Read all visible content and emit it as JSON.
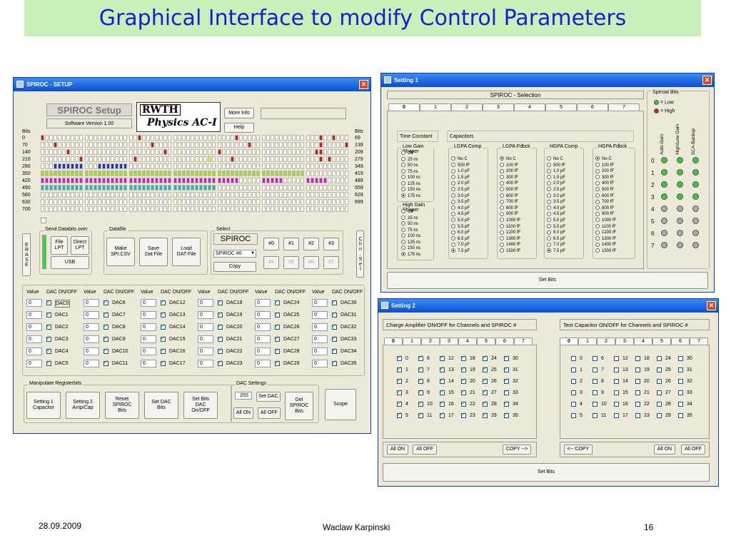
{
  "slide_title": "Graphical Interface to modify Control Parameters",
  "footer": {
    "date": "28.09.2009",
    "author": "Waclaw Karpinski",
    "page": "16"
  },
  "setup": {
    "title": "SPIROC - SETUP",
    "heading": "SPIROC Setup",
    "version": "Software Version 1.00",
    "logo_top": "RWTH",
    "logo_bottom": "Physics AC-I",
    "more_info": "More Info",
    "help": "Help",
    "bits_label": "Bits",
    "left_bits": [
      "0",
      "70",
      "140",
      "210",
      "280",
      "350",
      "420",
      "490",
      "560",
      "630",
      "700"
    ],
    "right_bits": [
      "69",
      "139",
      "209",
      "279",
      "349",
      "419",
      "489",
      "559",
      "629",
      "699"
    ],
    "erase": "ERASE",
    "send_label": "Send Databits over",
    "file_lpt": "File\nLPT",
    "direct_lpt": "Direct\nLPT",
    "usb": "USB",
    "datafile_label": "Datafile",
    "make_spi": "Make\nSPI.CSV",
    "save_dat": "Save\nDat File",
    "load_dat": "Load\nDAT-File",
    "select_label": "Select",
    "spiroc": "SPIROC",
    "spiroc_combo": "SPIROC #0",
    "copy": "Copy",
    "sel_buttons": [
      "#0",
      "#1",
      "#2",
      "#3",
      "#4",
      "#5",
      "#6",
      "#7"
    ],
    "chn_sel": "Chn.Sel",
    "dac_headers": [
      "Value",
      "DAC ON/OFF"
    ],
    "dac_columns": [
      [
        "DAC0",
        "DAC1",
        "DAC2",
        "DAC3",
        "DAC4",
        "DAC5"
      ],
      [
        "DAC6",
        "DAC7",
        "DAC8",
        "DAC9",
        "DAC10",
        "DAC11"
      ],
      [
        "DAC12",
        "DAC13",
        "DAC14",
        "DAC15",
        "DAC16",
        "DAC17"
      ],
      [
        "DAC18",
        "DAC19",
        "DAC20",
        "DAC21",
        "DAC22",
        "DAC23"
      ],
      [
        "DAC24",
        "DAC25",
        "DAC26",
        "DAC27",
        "DAC28",
        "DAC29"
      ],
      [
        "DAC30",
        "DAC31",
        "DAC32",
        "DAC33",
        "DAC34",
        "DAC35"
      ]
    ],
    "dac_value": "0",
    "manip_label": "Manipulate Registerbits",
    "manip_buttons": [
      "Setting 1\nCapacitor",
      "Setting 2\nAmp/Cap",
      "Reset\nSPIROC\nBits",
      "Set DAC\nBits",
      "Set Bits\nDAC\nOn/OFF"
    ],
    "dacset_label": "DAC Settings",
    "dacset_value": "255",
    "set_dac": "Set DAC",
    "all_on": "All ON",
    "all_off": "All OFF",
    "get_spiroc": "Get\nSPIROC\nBits",
    "scope": "Scope"
  },
  "setting1": {
    "title": "Setting 1",
    "selection": "SPIROC - Selection",
    "tabs": [
      "0",
      "1",
      "2",
      "3",
      "4",
      "5",
      "6",
      "7"
    ],
    "time_constant": "Time Constant",
    "capacitors": "Capacitors",
    "lg_shaper": "Low Gain Shaper",
    "hg_shaper": "High Gain Shaper",
    "shaper_opts": [
      "Off",
      "25 ns",
      "50 ns",
      "75 ns",
      "100 ns",
      "125 ns",
      "150 ns",
      "175 ns"
    ],
    "lgpa_comp": "LGPA Comp",
    "lgpa_fdbck": "LGPA Fdbck",
    "hgpa_comp": "HGPA Comp",
    "hgpa_fdbck": "HGPA Fdbck",
    "comp_opts": [
      "No C",
      "500 fF",
      "1.0 pF",
      "1.5 pF",
      "2.0 pF",
      "2.5 pF",
      "3.0 pF",
      "3.5 pF",
      "4.0 pF",
      "4.5 pF",
      "5.0 pF",
      "5.5 pF",
      "6.0 pF",
      "6.5 pF",
      "7.0 pF",
      "7.5 pF"
    ],
    "fdbck_opts": [
      "No C",
      "100 fF",
      "200 fF",
      "300 fF",
      "400 fF",
      "500 fF",
      "600 fF",
      "700 fF",
      "800 fF",
      "900 fF",
      "1000 fF",
      "1100 fF",
      "1200 fF",
      "1300 fF",
      "1400 fF",
      "1500 fF"
    ],
    "special_bits": "Special Bits",
    "low": "= Low",
    "high": "= High",
    "special_cols": [
      "Auto Gain",
      "High/Low Gain",
      "SCA-Backup"
    ],
    "rows": [
      "0",
      "1",
      "2",
      "3",
      "4",
      "5",
      "6",
      "7"
    ],
    "set_bits": "Set Bits"
  },
  "setting2": {
    "title": "Setting 2",
    "charge_title": "Charge Amplifier ON/OFF for Channels and SPIROC #",
    "test_title": "Test Capacitor ON/OFF for Channels and SPIROC #",
    "tabs": [
      "0",
      "1",
      "2",
      "3",
      "4",
      "5",
      "6",
      "7"
    ],
    "channels": [
      [
        "0",
        "6",
        "12",
        "18",
        "24",
        "30"
      ],
      [
        "1",
        "7",
        "13",
        "19",
        "25",
        "31"
      ],
      [
        "2",
        "8",
        "14",
        "20",
        "26",
        "32"
      ],
      [
        "3",
        "9",
        "15",
        "21",
        "27",
        "33"
      ],
      [
        "4",
        "10",
        "16",
        "22",
        "28",
        "34"
      ],
      [
        "5",
        "11",
        "17",
        "23",
        "29",
        "35"
      ]
    ],
    "all_on": "All ON",
    "all_off": "All OFF",
    "copy_right": "COPY -->",
    "copy_left": "<-- COPY",
    "set_bits": "Set Bits"
  },
  "colors": {
    "title_bg": "#c9f0b8",
    "title_text": "#1b1bd6",
    "titlebar": "#0b4fd0",
    "window_bg": "#ece9d8"
  }
}
